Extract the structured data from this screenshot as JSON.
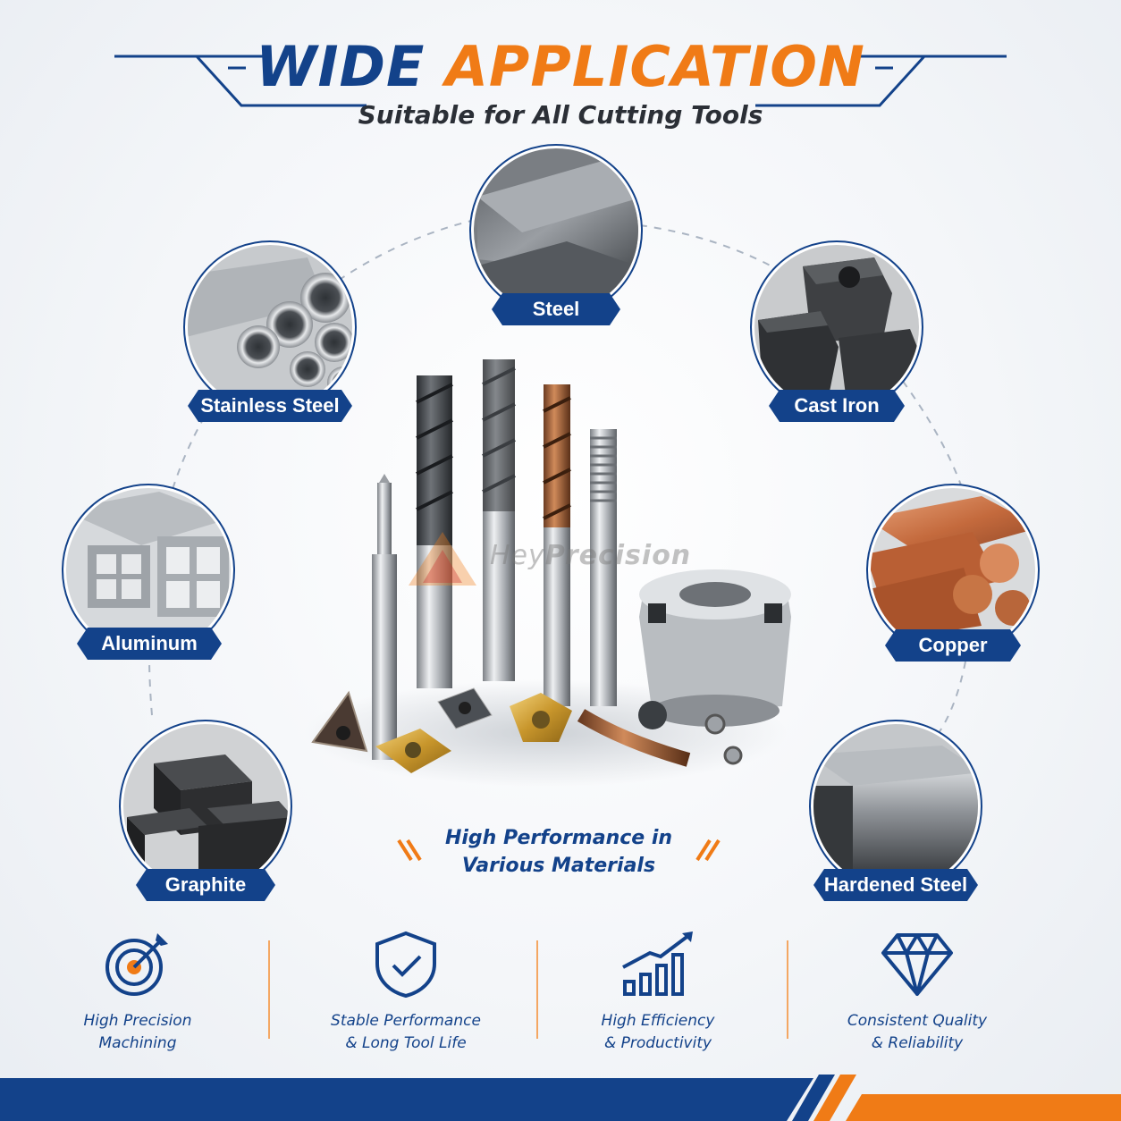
{
  "header": {
    "title_part1": "WIDE",
    "title_part2": "APPLICATION",
    "subtitle": "Suitable for All Cutting Tools"
  },
  "materials": [
    {
      "id": "steel",
      "label": "Steel"
    },
    {
      "id": "stainless-steel",
      "label": "Stainless Steel"
    },
    {
      "id": "cast-iron",
      "label": "Cast Iron"
    },
    {
      "id": "aluminum",
      "label": "Aluminum"
    },
    {
      "id": "copper",
      "label": "Copper"
    },
    {
      "id": "graphite",
      "label": "Graphite"
    },
    {
      "id": "hardened-steel",
      "label": "Hardened Steel"
    }
  ],
  "watermark": {
    "brand_light": "Hey",
    "brand_bold": "Precision"
  },
  "center": {
    "line1": "High Performance in",
    "line2": "Various Materials"
  },
  "features": [
    {
      "icon": "target-icon",
      "line1": "High Precision",
      "line2": "Machining"
    },
    {
      "icon": "shield-check-icon",
      "line1": "Stable Performance",
      "line2": "& Long Tool Life"
    },
    {
      "icon": "growth-chart-icon",
      "line1": "High Efficiency",
      "line2": "& Productivity"
    },
    {
      "icon": "diamond-icon",
      "line1": "Consistent Quality",
      "line2": "& Reliability"
    }
  ],
  "colors": {
    "primary_blue": "#13428a",
    "accent_orange": "#f07b16"
  }
}
